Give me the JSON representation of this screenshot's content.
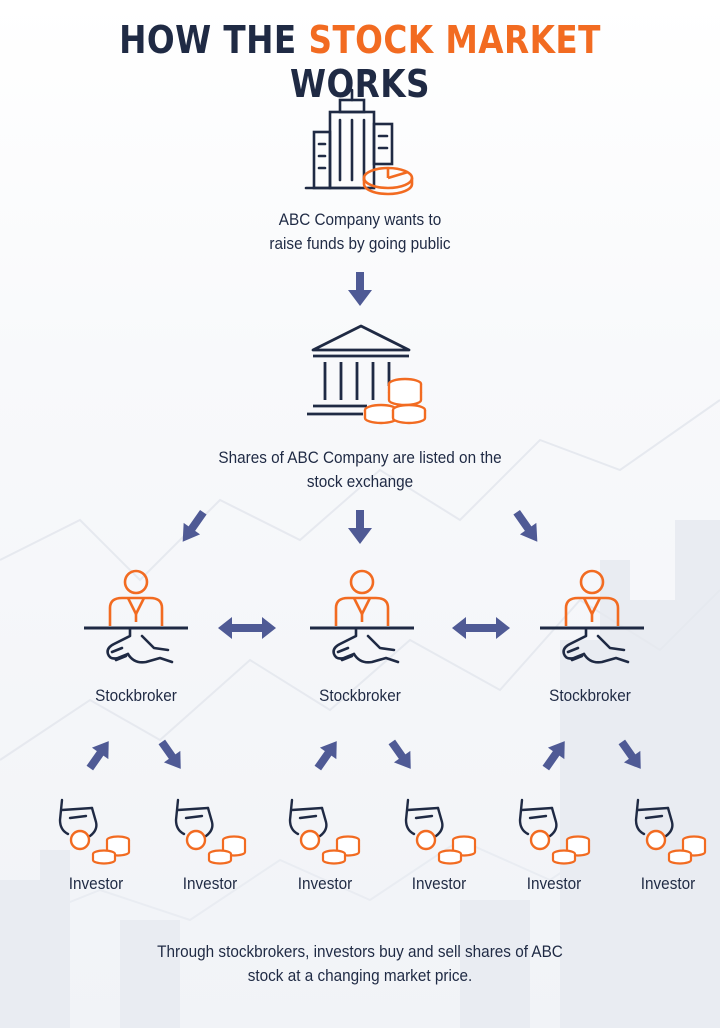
{
  "title": {
    "part1": "HOW THE ",
    "highlight": "STOCK MARKET",
    "part2": " WORKS"
  },
  "steps": {
    "company_line1": "ABC Company wants to",
    "company_line2": "raise funds by going public",
    "exchange_line1": "Shares of ABC Company are listed on the",
    "exchange_line2": "stock exchange"
  },
  "brokers": [
    "Stockbroker",
    "Stockbroker",
    "Stockbroker"
  ],
  "investors": [
    "Investor",
    "Investor",
    "Investor",
    "Investor",
    "Investor",
    "Investor"
  ],
  "footer": {
    "line1": "Through stockbrokers, investors buy and sell shares of ABC",
    "line2": "stock at a changing market price."
  },
  "colors": {
    "accent": "#f26b21",
    "dark": "#1f2a44",
    "arrow": "#4f5a95"
  }
}
